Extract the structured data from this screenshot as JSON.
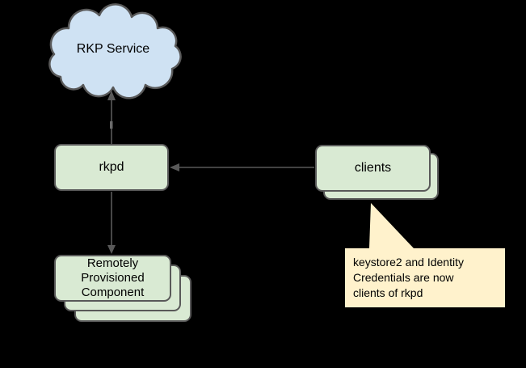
{
  "diagram": {
    "background": "#000000",
    "stroke_color": "#595959",
    "nodes": {
      "rkp_service": {
        "label": "RKP Service",
        "shape": "cloud",
        "fill": "#cfe2f3"
      },
      "rkpd": {
        "label": "rkpd",
        "shape": "rounded-rect",
        "fill": "#d9ead3"
      },
      "clients": {
        "label": "clients",
        "shape": "stacked-rounded-rect",
        "layers": 2,
        "fill": "#d9ead3"
      },
      "rpc": {
        "lines": [
          "Remotely",
          "Provisioned",
          "Component"
        ],
        "shape": "stacked-rounded-rect",
        "layers": 3,
        "fill": "#d9ead3"
      }
    },
    "edges": [
      {
        "from": "rkpd",
        "to": "rkp_service",
        "arrow_at": "rkp_service"
      },
      {
        "from": "clients",
        "to": "rkpd",
        "arrow_at": "rkpd"
      },
      {
        "from": "rkpd",
        "to": "rpc",
        "arrow_at": "rpc"
      }
    ],
    "callout": {
      "lines": [
        "keystore2 and Identity",
        "Credentials are now",
        "clients of rkpd"
      ],
      "fill": "#fff2cc",
      "points_to": "clients"
    }
  }
}
